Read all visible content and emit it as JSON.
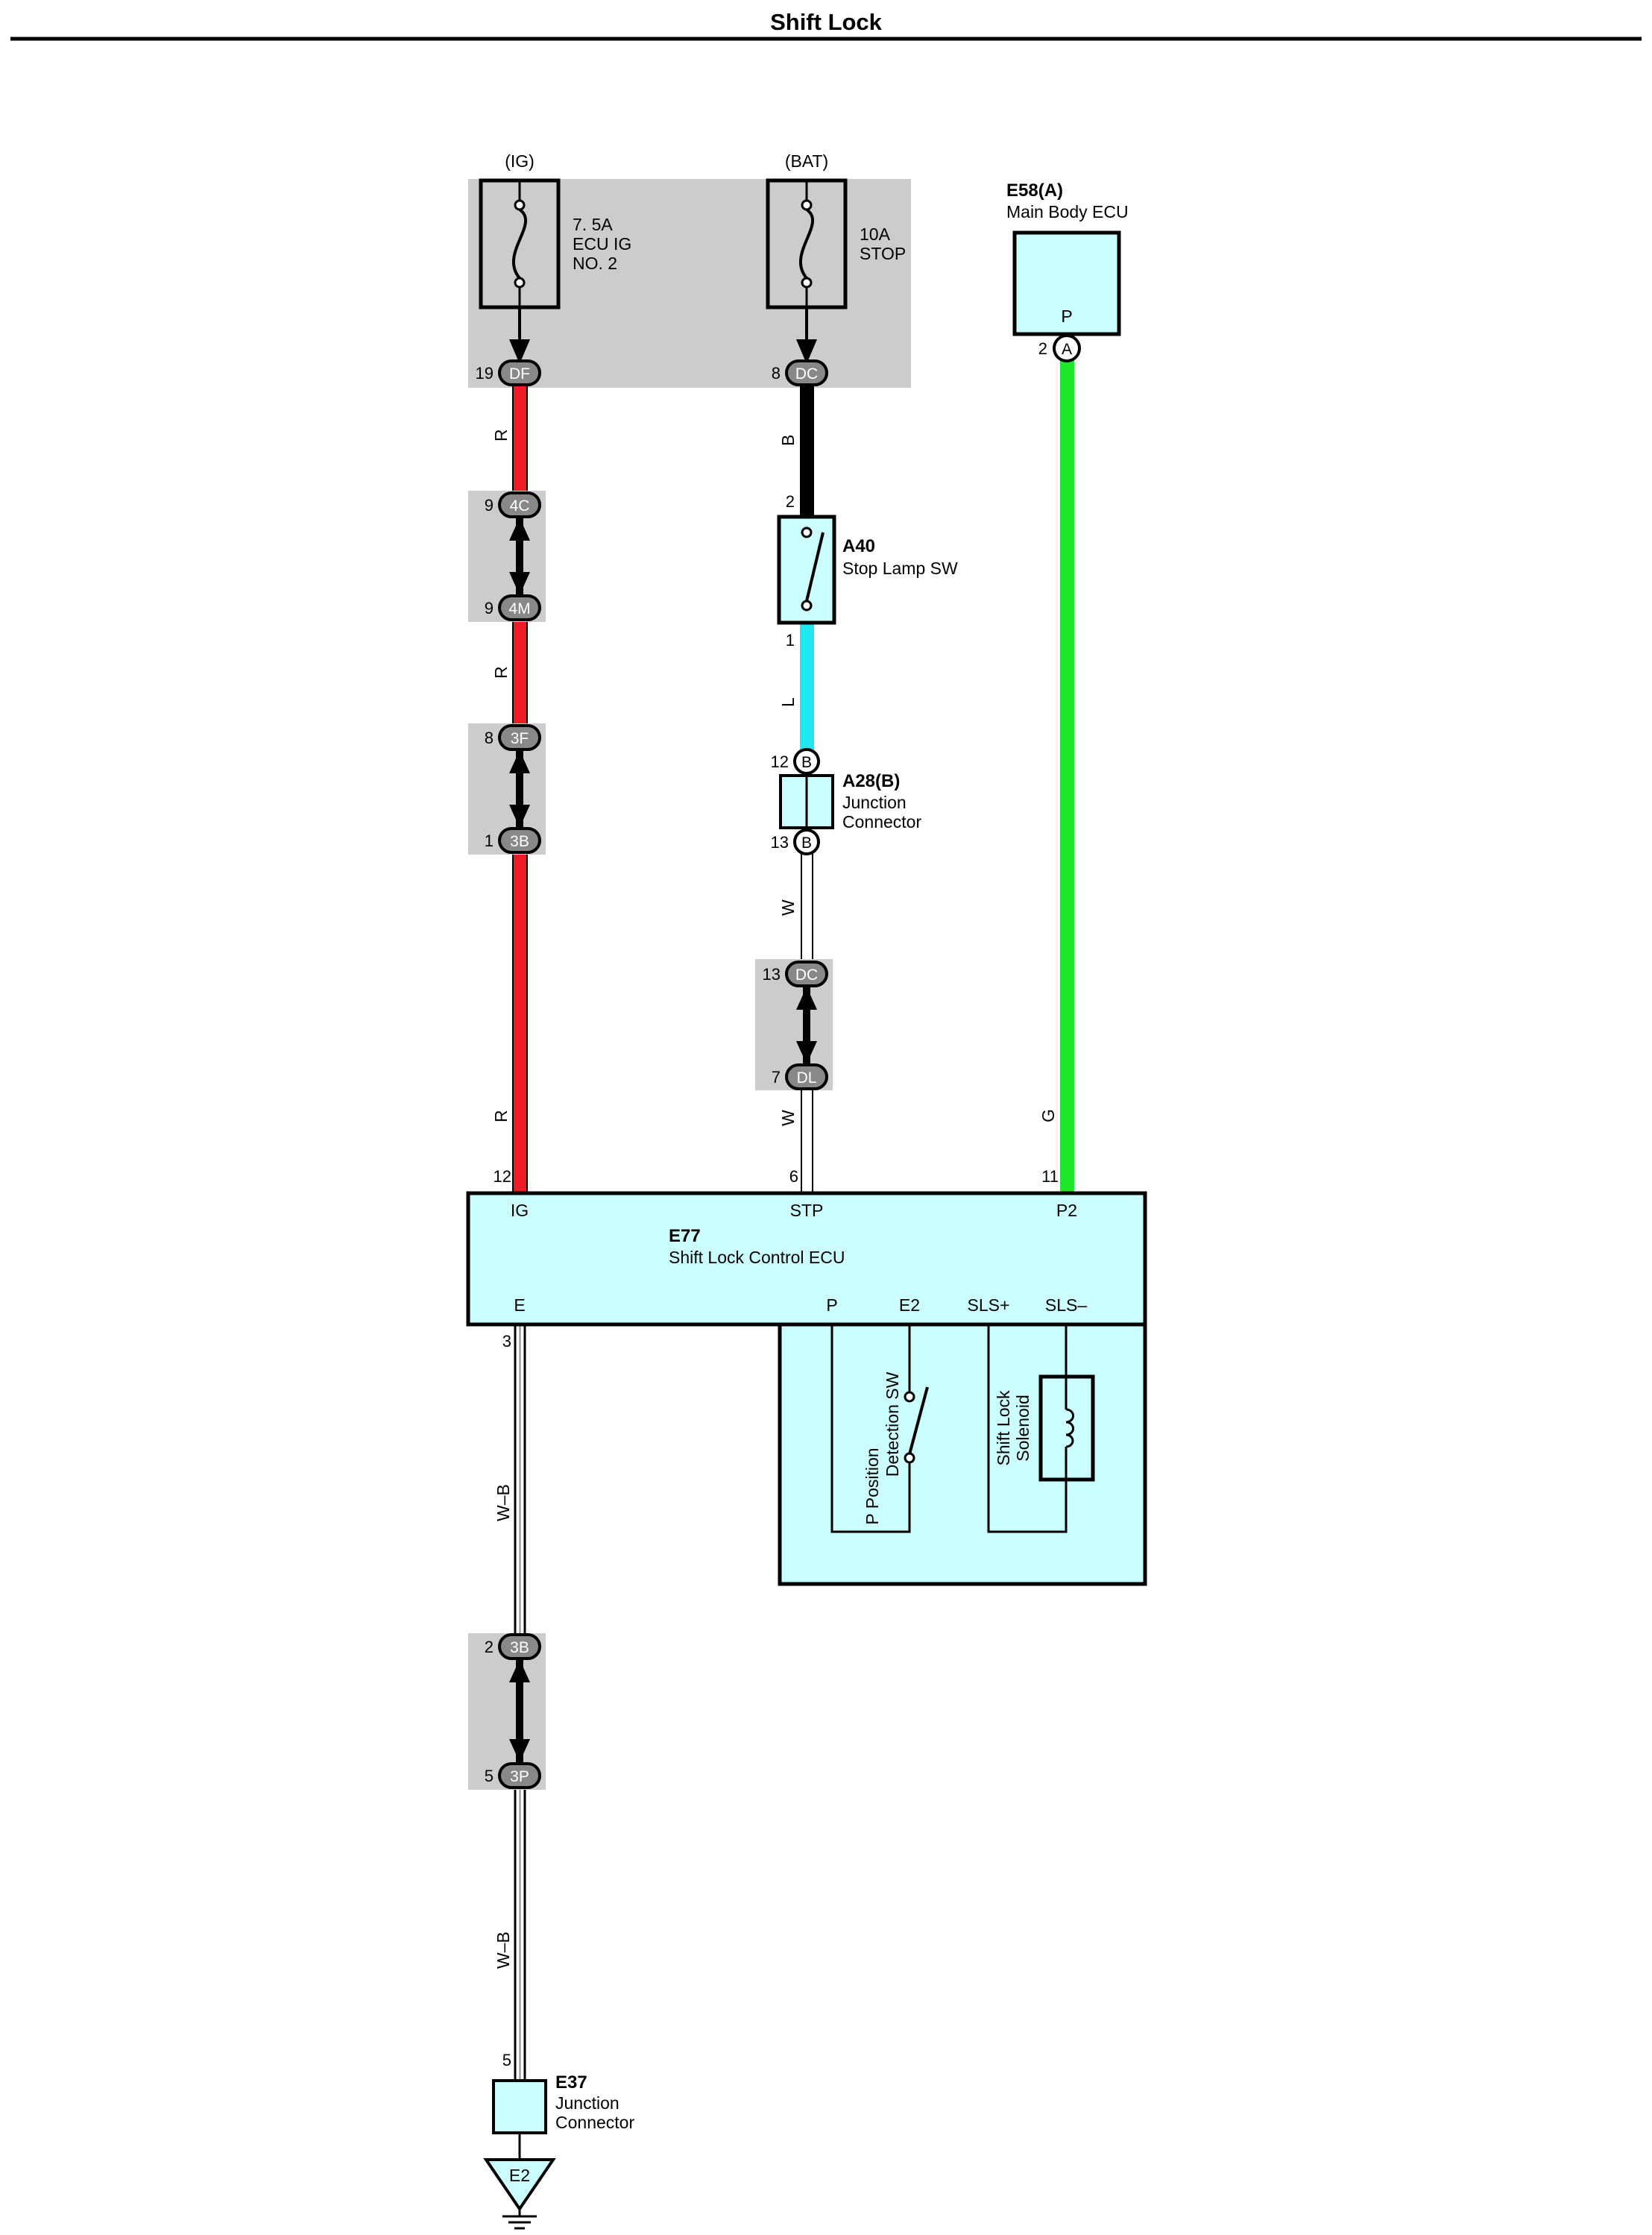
{
  "title": "Shift Lock",
  "power": {
    "ig_label": "(IG)",
    "bat_label": "(BAT)",
    "fuse_ig": [
      "7. 5A",
      "ECU IG",
      "NO. 2"
    ],
    "fuse_stop": [
      "10A",
      "STOP"
    ]
  },
  "components": {
    "e58": {
      "code": "E58(A)",
      "name": "Main Body ECU",
      "pin": "P"
    },
    "a40": {
      "code": "A40",
      "name": "Stop Lamp SW"
    },
    "a28": {
      "code": "A28(B)",
      "name_line1": "Junction",
      "name_line2": "Connector"
    },
    "e77": {
      "code": "E77",
      "name": "Shift Lock Control ECU",
      "pins_top": [
        "IG",
        "STP",
        "P2"
      ],
      "pins_bottom": [
        "E",
        "P",
        "E2",
        "SLS+",
        "SLS–"
      ]
    },
    "p_switch": {
      "line1": "P Position",
      "line2": "Detection SW"
    },
    "solenoid": {
      "line1": "Shift Lock",
      "line2": "Solenoid"
    },
    "e37": {
      "code": "E37",
      "name_line1": "Junction",
      "name_line2": "Connector"
    },
    "ground": "E2"
  },
  "wire_colors": {
    "ig": "R",
    "stop_upper": "B",
    "stop_mid": "L",
    "stop_lower": "W",
    "p2": "G",
    "ground": "W–B"
  },
  "colors": {
    "red": "#ee1c25",
    "black": "#000000",
    "cyan": "#20e8f0",
    "green": "#1ee82a",
    "white": "#ffffff",
    "component_fill": "#ccffff",
    "panel_gray": "#cccccc"
  },
  "connectors": {
    "df": {
      "pin": "19",
      "label": "DF"
    },
    "dc_top": {
      "pin": "8",
      "label": "DC"
    },
    "c4c": {
      "pin": "9",
      "label": "4C"
    },
    "c4m": {
      "pin": "9",
      "label": "4M"
    },
    "c3f": {
      "pin": "8",
      "label": "3F"
    },
    "c3b_top": {
      "pin": "1",
      "label": "3B"
    },
    "a40_pin2": "2",
    "a40_pin1": "1",
    "a28_top": {
      "pin": "12",
      "label": "B"
    },
    "a28_bot": {
      "pin": "13",
      "label": "B"
    },
    "dc_mid": {
      "pin": "13",
      "label": "DC"
    },
    "dl": {
      "pin": "7",
      "label": "DL"
    },
    "e58_pin": {
      "pin": "2",
      "label": "A"
    },
    "e77_ig_pin": "12",
    "e77_stp_pin": "6",
    "e77_p2_pin": "11",
    "e77_e_pin": "3",
    "c3b_bot": {
      "pin": "2",
      "label": "3B"
    },
    "c3p": {
      "pin": "5",
      "label": "3P"
    },
    "e37_pin": "5"
  }
}
